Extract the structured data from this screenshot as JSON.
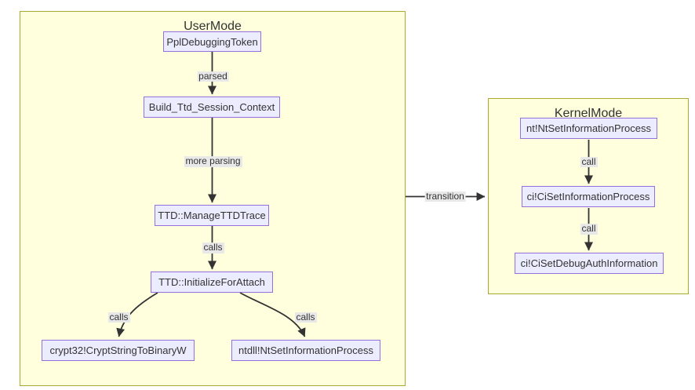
{
  "diagram": {
    "clusters": [
      {
        "id": "UserMode",
        "label": "UserMode"
      },
      {
        "id": "KernelMode",
        "label": "KernelMode"
      }
    ],
    "nodes": [
      {
        "id": "PplDebuggingToken",
        "label": "PplDebuggingToken",
        "cluster": "UserMode"
      },
      {
        "id": "Build_Ttd_Session_Context",
        "label": "Build_Ttd_Session_Context",
        "cluster": "UserMode"
      },
      {
        "id": "TTD_ManageTTDTrace",
        "label": "TTD::ManageTTDTrace",
        "cluster": "UserMode"
      },
      {
        "id": "TTD_InitializeForAttach",
        "label": "TTD::InitializeForAttach",
        "cluster": "UserMode"
      },
      {
        "id": "crypt32_CryptStringToBinaryW",
        "label": "crypt32!CryptStringToBinaryW",
        "cluster": "UserMode"
      },
      {
        "id": "ntdll_NtSetInformationProcess",
        "label": "ntdll!NtSetInformationProcess",
        "cluster": "UserMode"
      },
      {
        "id": "nt_NtSetInformationProcess",
        "label": "nt!NtSetInformationProcess",
        "cluster": "KernelMode"
      },
      {
        "id": "ci_CiSetInformationProcess",
        "label": "ci!CiSetInformationProcess",
        "cluster": "KernelMode"
      },
      {
        "id": "ci_CiSetDebugAuthInformation",
        "label": "ci!CiSetDebugAuthInformation",
        "cluster": "KernelMode"
      }
    ],
    "edges": [
      {
        "from": "PplDebuggingToken",
        "to": "Build_Ttd_Session_Context",
        "label": "parsed"
      },
      {
        "from": "Build_Ttd_Session_Context",
        "to": "TTD_ManageTTDTrace",
        "label": "more parsing"
      },
      {
        "from": "TTD_ManageTTDTrace",
        "to": "TTD_InitializeForAttach",
        "label": "calls"
      },
      {
        "from": "TTD_InitializeForAttach",
        "to": "crypt32_CryptStringToBinaryW",
        "label": "calls"
      },
      {
        "from": "TTD_InitializeForAttach",
        "to": "ntdll_NtSetInformationProcess",
        "label": "calls"
      },
      {
        "from": "UserMode",
        "to": "KernelMode",
        "label": "transition"
      },
      {
        "from": "nt_NtSetInformationProcess",
        "to": "ci_CiSetInformationProcess",
        "label": "call"
      },
      {
        "from": "ci_CiSetInformationProcess",
        "to": "ci_CiSetDebugAuthInformation",
        "label": "call"
      }
    ],
    "colors": {
      "node_fill": "#ECECFF",
      "node_border": "#9370DB",
      "cluster_fill": "#FFFFDE",
      "cluster_border": "#AAAA33",
      "edge": "#333333",
      "edge_label_bg": "#E8E8E8",
      "text": "#333333",
      "background": "#FFFFFF"
    }
  }
}
